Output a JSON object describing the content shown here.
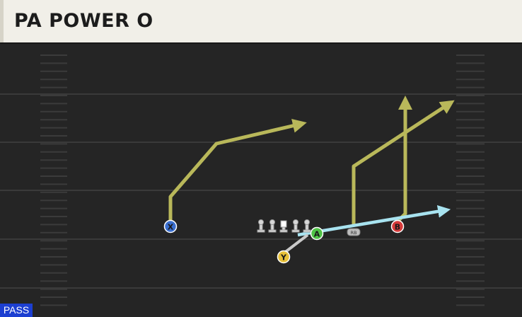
{
  "header": {
    "title": "PA POWER O"
  },
  "play_type_badge": "PASS",
  "players": {
    "x": {
      "label": "X",
      "color": "#3a6fd0"
    },
    "y": {
      "label": "Y",
      "color": "#e8c13a"
    },
    "a": {
      "label": "A",
      "color": "#4fc246"
    },
    "b": {
      "label": "B",
      "color": "#d63a3a"
    },
    "rb": {
      "label": "RB",
      "color": "#bdbdbd"
    }
  },
  "colors": {
    "route_primary": "#b9b85a",
    "route_flat": "#a8e3f0",
    "route_block": "#c9c9c9",
    "field_bg": "#252525",
    "yard_lines": "#3a3a3a",
    "hash_marks": "#3d3d3d"
  },
  "offensive_line_count": 5
}
